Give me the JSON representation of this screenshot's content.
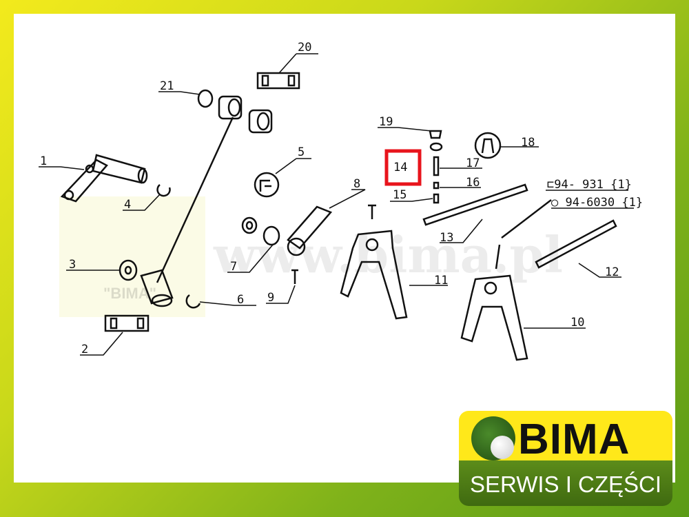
{
  "diagram": {
    "title": "Gear shift fork assembly parts diagram",
    "labels": [
      "1",
      "2",
      "3",
      "4",
      "5",
      "6",
      "7",
      "8",
      "9",
      "10",
      "11",
      "12",
      "13",
      "14",
      "15",
      "16",
      "17",
      "18",
      "19",
      "20",
      "21"
    ],
    "highlighted_label": "14",
    "note_line1": "⊏94- 931 {1}",
    "note_line2": "○ 94-6030 {1}",
    "watermark": "www.bima.pl",
    "watermark_box_text": "\"BIMA\"",
    "highlight_color": "#e8141c"
  },
  "logo": {
    "brand": "BIMA",
    "tagline": "SERWIS I CZĘŚCI"
  }
}
